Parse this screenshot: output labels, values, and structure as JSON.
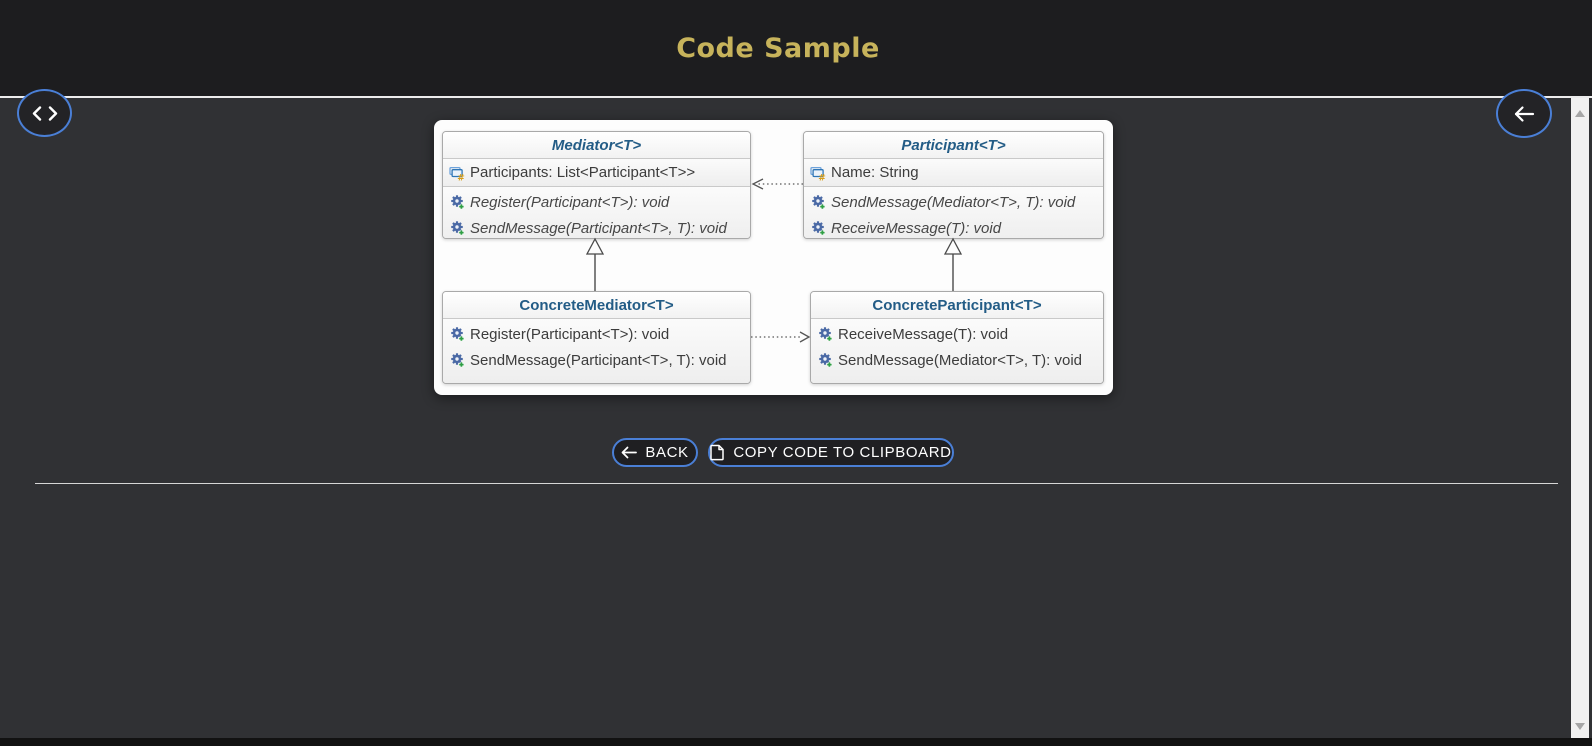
{
  "window": {
    "title": "Code Sample"
  },
  "colors": {
    "accent_blue": "#4a7fd6",
    "title_gold": "#c7b35b",
    "class_header_blue": "#235c86",
    "header_bg": "#1d1d1f",
    "body_bg": "#303134"
  },
  "diagram": {
    "classes": [
      {
        "name": "Mediator<T>",
        "kind": "interface",
        "fields": [
          "Participants: List<Participant<T>>"
        ],
        "methods": [
          "Register(Participant<T>): void",
          "SendMessage(Participant<T>, T): void"
        ]
      },
      {
        "name": "Participant<T>",
        "kind": "interface",
        "fields": [
          "Name: String"
        ],
        "methods": [
          "SendMessage(Mediator<T>, T): void",
          "ReceiveMessage(T): void"
        ]
      },
      {
        "name": "ConcreteMediator<T>",
        "kind": "class",
        "fields": [],
        "methods": [
          "Register(Participant<T>): void",
          "SendMessage(Participant<T>, T): void"
        ]
      },
      {
        "name": "ConcreteParticipant<T>",
        "kind": "class",
        "fields": [],
        "methods": [
          "ReceiveMessage(T): void",
          "SendMessage(Mediator<T>, T): void"
        ]
      }
    ],
    "relationships": [
      {
        "from": "ConcreteMediator<T>",
        "to": "Mediator<T>",
        "type": "realization"
      },
      {
        "from": "ConcreteParticipant<T>",
        "to": "Participant<T>",
        "type": "realization"
      },
      {
        "from": "Participant<T>",
        "to": "Mediator<T>",
        "type": "dashed-dependency"
      },
      {
        "from": "ConcreteMediator<T>",
        "to": "ConcreteParticipant<T>",
        "type": "dashed-dependency"
      }
    ]
  },
  "actions": {
    "back_label": "BACK",
    "copy_label": "COPY CODE TO CLIPBOARD"
  }
}
